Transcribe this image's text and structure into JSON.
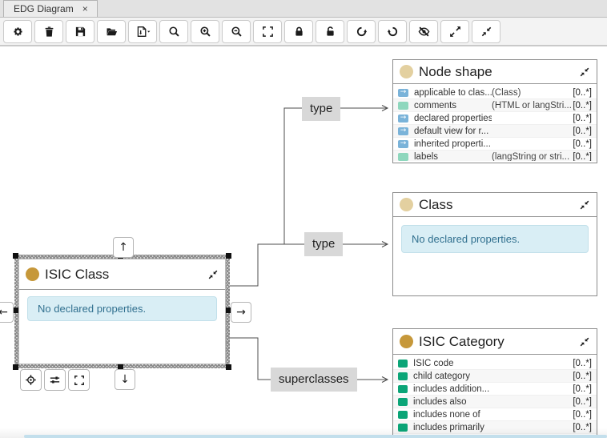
{
  "tab": {
    "title": "EDG Diagram",
    "close": "×"
  },
  "toolbar": {
    "buttons": [
      "settings",
      "delete",
      "save",
      "open",
      "export",
      "search",
      "zoom-in",
      "zoom-out",
      "fit-view",
      "lock",
      "unlock",
      "undo",
      "redo",
      "hide",
      "expand-all",
      "collapse-all"
    ]
  },
  "nodes": {
    "node_shape": {
      "title": "Node shape",
      "rows": [
        {
          "icon": "object-property",
          "label": "applicable to clas...",
          "type": "(Class)",
          "card": "[0..*]"
        },
        {
          "icon": "datatype-teal",
          "label": "comments",
          "type": "(HTML or langStri...",
          "card": "[0..*]"
        },
        {
          "icon": "object-property",
          "label": "declared properties",
          "type": "",
          "card": "[0..*]"
        },
        {
          "icon": "object-property",
          "label": "default view for r...",
          "type": "",
          "card": "[0..*]"
        },
        {
          "icon": "object-property",
          "label": "inherited properti...",
          "type": "",
          "card": "[0..*]"
        },
        {
          "icon": "datatype-teal",
          "label": "labels",
          "type": "(langString or stri...",
          "card": "[0..*]"
        }
      ]
    },
    "class": {
      "title": "Class",
      "message": "No declared properties."
    },
    "isic_category": {
      "title": "ISIC Category",
      "rows": [
        {
          "icon": "datatype-green",
          "label": "ISIC code",
          "type": "",
          "card": "[0..*]"
        },
        {
          "icon": "datatype-green",
          "label": "child category",
          "type": "",
          "card": "[0..*]"
        },
        {
          "icon": "datatype-green",
          "label": "includes addition...",
          "type": "",
          "card": "[0..*]"
        },
        {
          "icon": "datatype-green",
          "label": "includes also",
          "type": "",
          "card": "[0..*]"
        },
        {
          "icon": "datatype-green",
          "label": "includes none of",
          "type": "",
          "card": "[0..*]"
        },
        {
          "icon": "datatype-green",
          "label": "includes primarily",
          "type": "",
          "card": "[0..*]"
        }
      ]
    },
    "isic_class": {
      "title": "ISIC Class",
      "message": "No declared properties."
    }
  },
  "edges": [
    {
      "label": "type"
    },
    {
      "label": "type"
    },
    {
      "label": "superclasses"
    }
  ],
  "colors": {
    "accent_gold": "#c6983a",
    "accent_tan": "#e3d0a0",
    "object_icon": "#7ab3d9",
    "datatype_teal": "#8ed7bd",
    "datatype_green": "#0ba577",
    "info_bg": "#d9eef5",
    "info_text": "#31708f",
    "edge": "#4c4c4c",
    "edge_label_bg": "#d8d8d8"
  }
}
